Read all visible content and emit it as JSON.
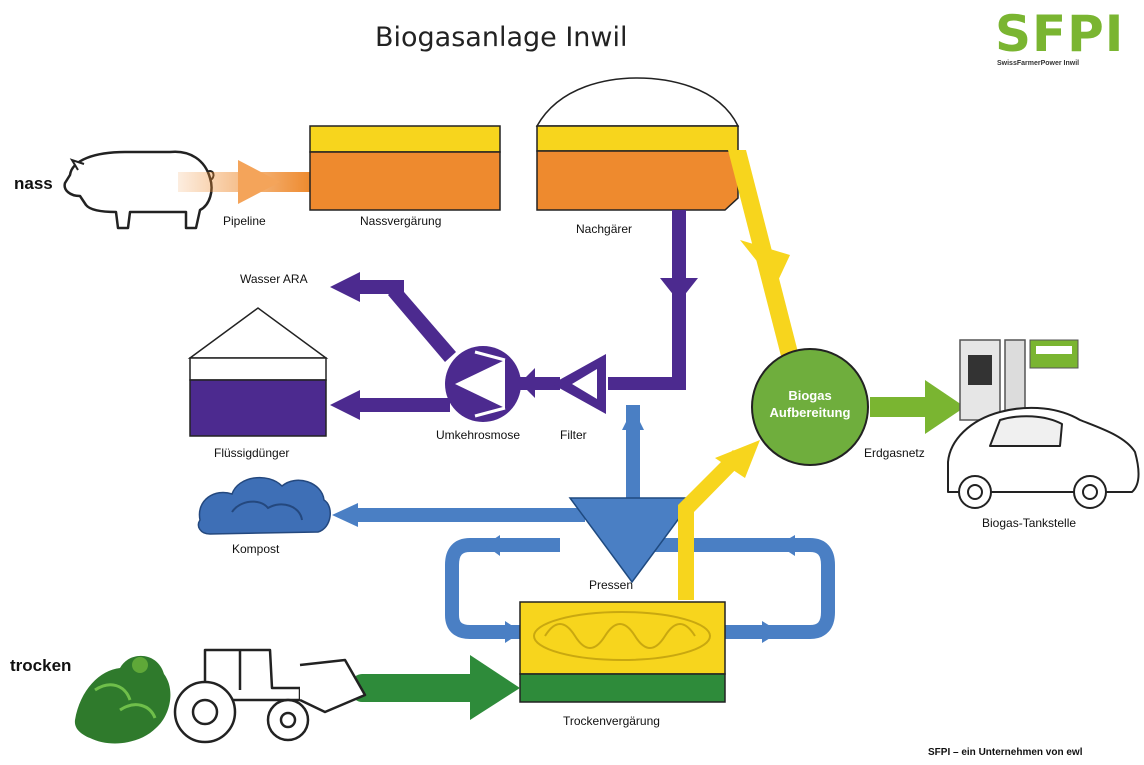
{
  "title": "Biogasanlage Inwil",
  "logo": {
    "text": "SFPI",
    "subtitle": "SwissFarmerPower Inwil"
  },
  "side_labels": {
    "wet": "nass",
    "dry": "trocken"
  },
  "labels": {
    "pipeline": "Pipeline",
    "nassvergaerung": "Nassvergärung",
    "nachgaerer": "Nachgärer",
    "wasser_ara": "Wasser ARA",
    "umkehrosmose": "Umkehrosmose",
    "filter": "Filter",
    "fluessigduenger": "Flüssigdünger",
    "kompost": "Kompost",
    "pressen": "Pressen",
    "trockenvergaerung": "Trockenvergärung",
    "biogas_line1": "Biogas",
    "biogas_line2": "Aufbereitung",
    "erdgasnetz": "Erdgasnetz",
    "tankstelle": "Biogas-Tankstelle"
  },
  "footer": "SFPI – ein Unternehmen von ewl",
  "colors": {
    "yellow": "#f7d51d",
    "orange": "#ee8a2e",
    "purple": "#4c2a8f",
    "blue": "#4a7fc4",
    "green_dark": "#2e8b3a",
    "green_light": "#7ab531",
    "circle": "#6fae3d"
  }
}
